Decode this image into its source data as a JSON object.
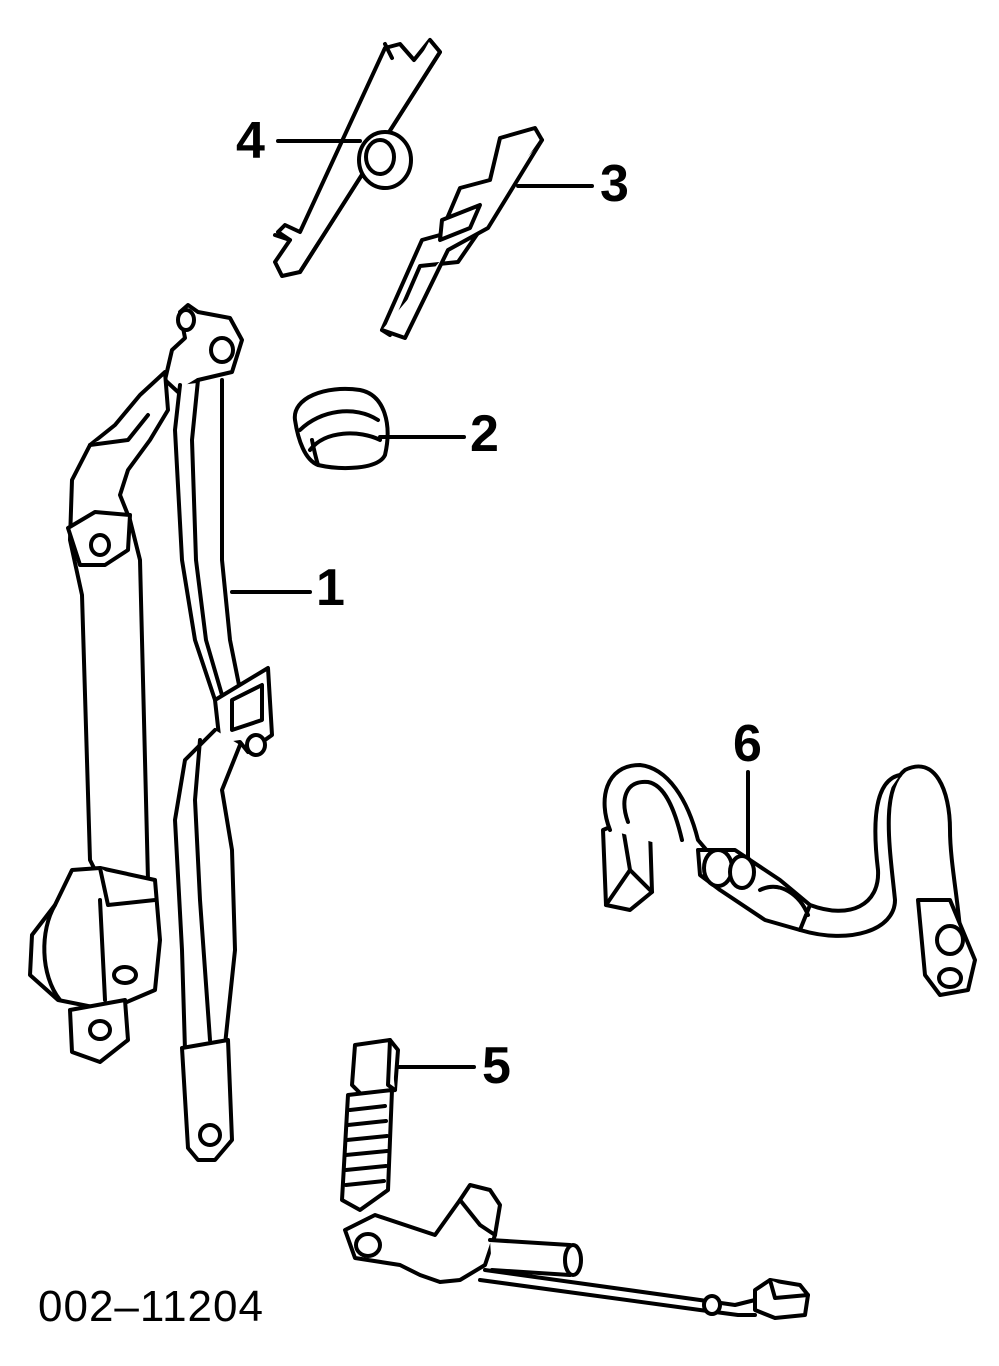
{
  "callouts": {
    "one": "1",
    "two": "2",
    "three": "3",
    "four": "4",
    "five": "5",
    "six": "6"
  },
  "diagram_code": "002–11204"
}
